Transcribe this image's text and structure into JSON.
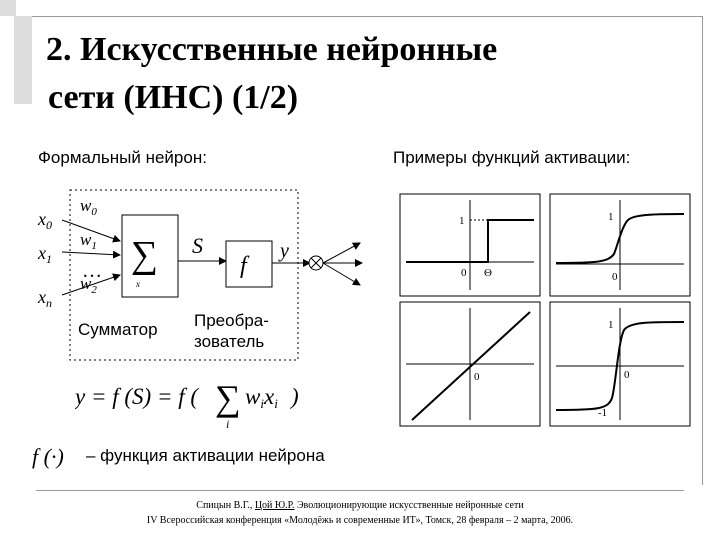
{
  "slide": {
    "title_line1": "2. Искусственные нейронные",
    "title_line2": "сети (ИНС) (1/2)",
    "left_heading": "Формальный нейрон:",
    "right_heading": "Примеры функций активации:",
    "summator_label": "Сумматор",
    "transformer_line1": "Преобра-",
    "transformer_line2": "зователь",
    "activation_desc": "– функция активации нейрона",
    "footer_authors_a": "Спицын В.Г.,",
    "footer_authors_b": "Цой Ю.Р.",
    "footer_authors_c": " Эволюционирующие искусственные нейронные сети",
    "footer_line2": "IV Всероссийская конференция «Молодёжь и современные ИТ», Томск, 28 февраля – 2 марта, 2006."
  },
  "diagram": {
    "inputs": [
      "x",
      "x",
      "x"
    ],
    "input_subs": [
      "0",
      "1",
      "n"
    ],
    "weights": [
      "w",
      "w",
      "w"
    ],
    "weight_subs": [
      "0",
      "1",
      "2"
    ],
    "dots": "…",
    "sum_symbol": "∑",
    "sum_sub": "x",
    "s_label": "S",
    "f_label": "f",
    "y_label": "y"
  },
  "formula": {
    "lhs": "y = f (S) = f (",
    "sum": "∑",
    "term": "w",
    "term_sub": "i",
    "term2": "x",
    "term2_sub": "i",
    "close": ")",
    "index": "i",
    "f_dot": "f (·)"
  },
  "plots": {
    "step": {
      "one": "1",
      "zero": "0",
      "theta": "Θ"
    },
    "sigmoid": {
      "one": "1",
      "zero": "0"
    },
    "linear": {
      "zero": "0"
    },
    "tanh": {
      "one": "1",
      "zero": "0",
      "minus_one": "-1"
    }
  }
}
